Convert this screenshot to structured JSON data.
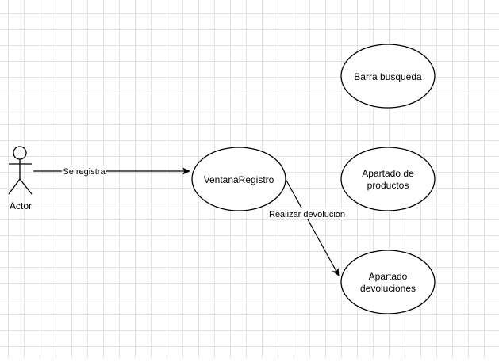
{
  "diagram": {
    "actor": {
      "label": "Actor"
    },
    "use_cases": {
      "ventana_registro": {
        "lines": [
          "VentanaRegistro"
        ]
      },
      "barra_busqueda": {
        "lines": [
          "Barra busqueda"
        ]
      },
      "apartado_productos": {
        "lines": [
          "Apartado de",
          "productos"
        ]
      },
      "apartado_devoluciones": {
        "lines": [
          "Apartado",
          "devoluciones"
        ]
      }
    },
    "edges": {
      "se_registra": {
        "label": "Se registra"
      },
      "realizar_devolucion": {
        "label": "Realizar devolucion"
      }
    }
  }
}
